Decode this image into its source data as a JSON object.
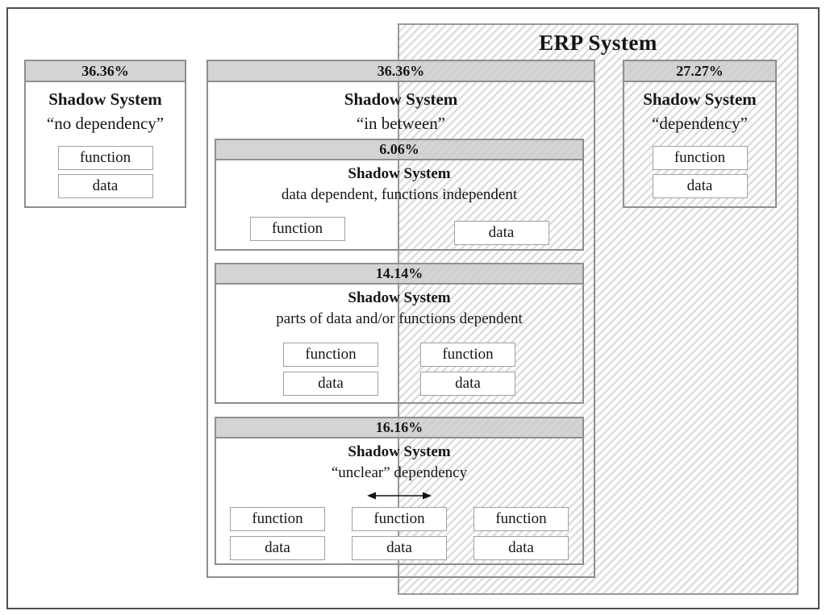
{
  "colors": {
    "header_bg": "#cacaca",
    "hatch_line": "#dcdcdc",
    "box_border": "#8e8e8e",
    "outer_border": "#4d4d4d"
  },
  "erp": {
    "title": "ERP System"
  },
  "no_dependency_box": {
    "percent": "36.36%",
    "title": "Shadow System",
    "subtitle": "“no dependency”",
    "function_label": "function",
    "data_label": "data"
  },
  "in_between_box": {
    "percent": "36.36%",
    "title": "Shadow System",
    "subtitle": "“in between”",
    "sub_boxes": [
      {
        "percent": "6.06%",
        "title": "Shadow System",
        "subtitle": "data dependent, functions independent",
        "function_label": "function",
        "data_label": "data"
      },
      {
        "percent": "14.14%",
        "title": "Shadow System",
        "subtitle": "parts of data and/or functions dependent",
        "columns": [
          {
            "function_label": "function",
            "data_label": "data"
          },
          {
            "function_label": "function",
            "data_label": "data"
          }
        ]
      },
      {
        "percent": "16.16%",
        "title": "Shadow System",
        "subtitle": "“unclear” dependency",
        "columns": [
          {
            "function_label": "function",
            "data_label": "data"
          },
          {
            "function_label": "function",
            "data_label": "data"
          },
          {
            "function_label": "function",
            "data_label": "data"
          }
        ]
      }
    ]
  },
  "dependency_box": {
    "percent": "27.27%",
    "title": "Shadow System",
    "subtitle": "“dependency”",
    "function_label": "function",
    "data_label": "data"
  }
}
